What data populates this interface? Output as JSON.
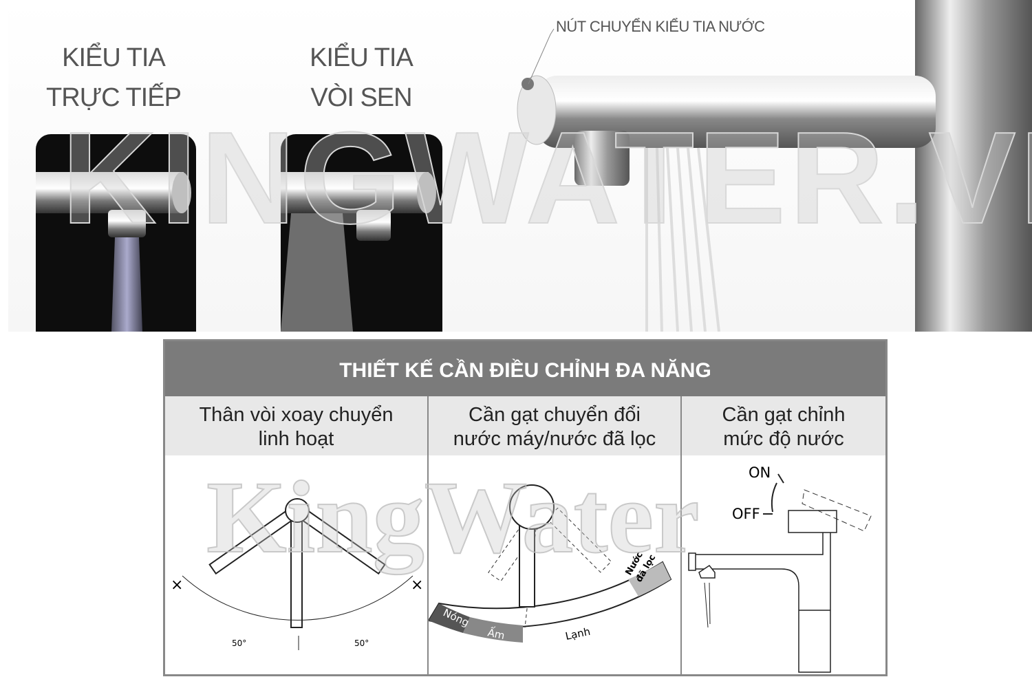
{
  "top": {
    "mode1_label": [
      "KIỂU TIA",
      "TRỰC TIẾP"
    ],
    "mode2_label": [
      "KIỂU TIA",
      "VÒI SEN"
    ],
    "callout": "NÚT CHUYỂN KIỂU TIA NƯỚC",
    "watermark": "KINGWATER.VN"
  },
  "panel": {
    "title": "THIẾT KẾ CẦN ĐIỀU CHỈNH ĐA NĂNG",
    "columns": [
      {
        "heading": [
          "Thân vòi xoay chuyển",
          "linh hoạt"
        ],
        "angles": [
          "50°",
          "50°"
        ]
      },
      {
        "heading": [
          "Cần gạt chuyển đổi",
          "nước máy/nước đã lọc"
        ],
        "zones": [
          "Nóng",
          "Ấm",
          "Lạnh",
          "Nước",
          "đã lọc"
        ]
      },
      {
        "heading": [
          "Cần gạt chỉnh",
          "mức độ nước"
        ],
        "states": [
          "ON",
          "OFF"
        ]
      }
    ],
    "watermark": "KingWater"
  }
}
